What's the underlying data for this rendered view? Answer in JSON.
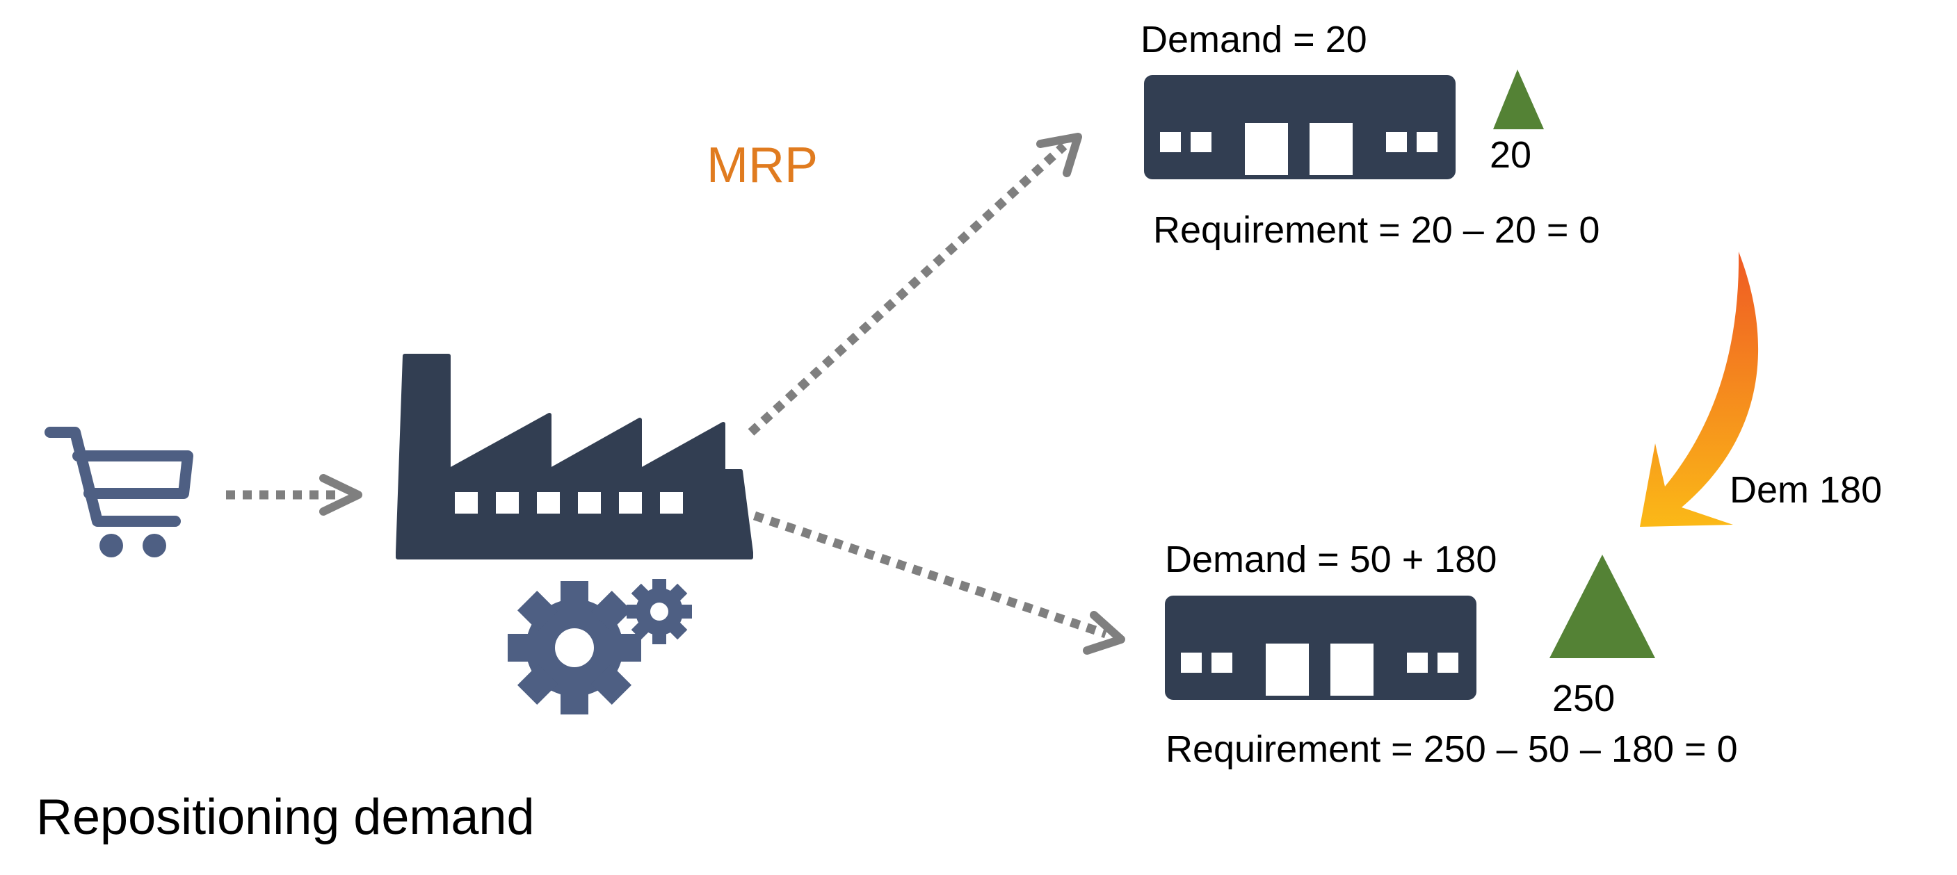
{
  "title": "Repositioning demand",
  "mrp_label": "MRP",
  "upper_warehouse": {
    "demand": "Demand = 20",
    "stock": "20",
    "requirement": "Requirement = 20 – 20 = 0"
  },
  "lower_warehouse": {
    "demand": "Demand = 50 + 180",
    "stock": "250",
    "requirement": "Requirement = 250 – 50 – 180  = 0"
  },
  "reposition_label": "Dem 180",
  "colors": {
    "dark": "#323e52",
    "icon_blue": "#4e5f83",
    "arrow_grey": "#7f7f7f",
    "stock_green": "#548235",
    "mrp_orange": "#e07b1f",
    "curved_arrow_start": "#ef5a24",
    "curved_arrow_end": "#fbb917"
  },
  "icons": [
    "shopping-cart-icon",
    "factory-icon",
    "gears-icon",
    "warehouse-icon",
    "stock-triangle-icon"
  ]
}
